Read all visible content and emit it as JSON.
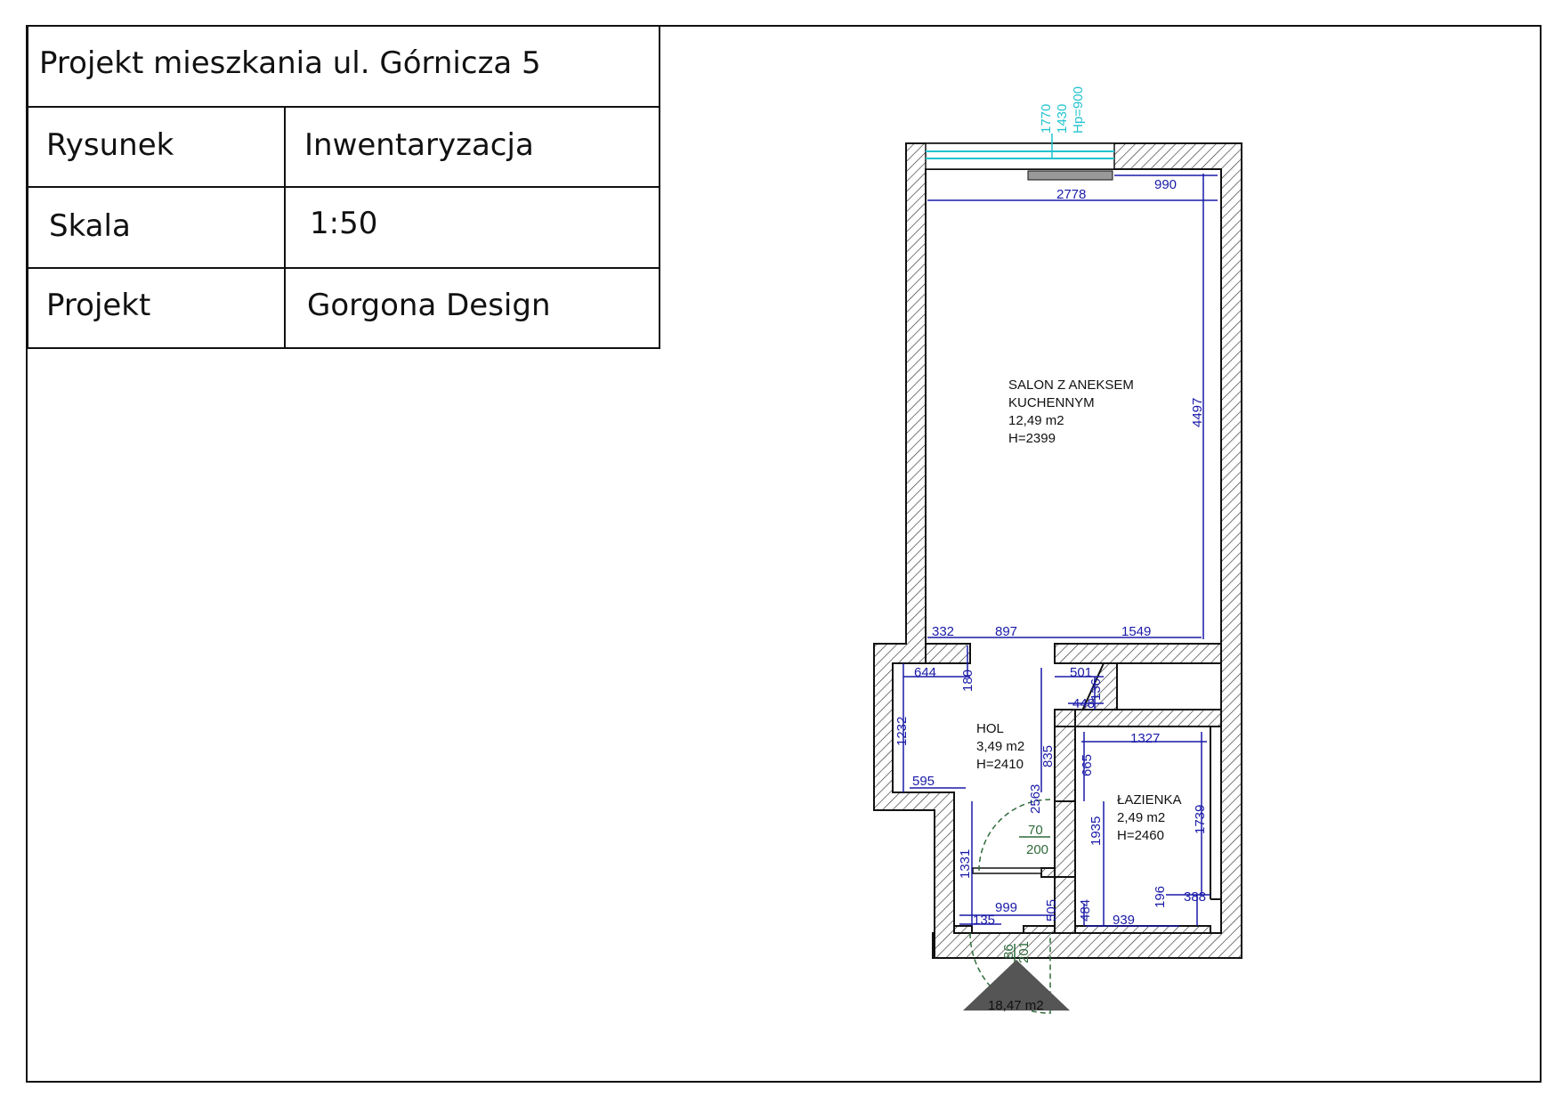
{
  "title_block": {
    "title": "Projekt mieszkania ul. Górnicza 5",
    "rows": [
      {
        "label": "Rysunek",
        "value": "Inwentaryzacja"
      },
      {
        "label": "Skala",
        "value": "1:50"
      },
      {
        "label": "Projekt",
        "value": "Gorgona Design"
      }
    ]
  },
  "rooms": {
    "salon": {
      "name_line1": "SALON Z ANEKSEM",
      "name_line2": "KUCHENNYM",
      "area": "12,49 m2",
      "height": "H=2399"
    },
    "hol": {
      "name": "HOL",
      "area": "3,49 m2",
      "height": "H=2410"
    },
    "lazienka": {
      "name": "ŁAZIENKA",
      "area": "2,49 m2",
      "height": "H=2460"
    }
  },
  "total_area": "18,47 m2",
  "window_dims": {
    "d1": "1770",
    "d2": "1430",
    "d3": "Hp=900"
  },
  "dims_blue": {
    "d990": "990",
    "d2778": "2778",
    "d4497": "4497",
    "d332": "332",
    "d897": "897",
    "d1549": "1549",
    "d644": "644",
    "d180": "180",
    "d501": "501",
    "d136": "136",
    "d448": "448",
    "d1232": "1232",
    "d835": "835",
    "d1327": "1327",
    "d665": "665",
    "d595": "595",
    "d2563": "2563",
    "d1935": "1935",
    "d1739": "1739",
    "d1331": "1331",
    "d196": "196",
    "d388": "388",
    "d999": "999",
    "d505": "505",
    "d484": "484",
    "d135": "135",
    "d939": "939"
  },
  "dims_green": {
    "d70": "70",
    "d200": "200",
    "d86": "86",
    "d201": "201"
  },
  "colors": {
    "dimension_blue": "#1a1aa8",
    "dimension_green": "#2f6b3a",
    "window_cyan": "#22c3cf",
    "north_arrow": "#555555"
  }
}
